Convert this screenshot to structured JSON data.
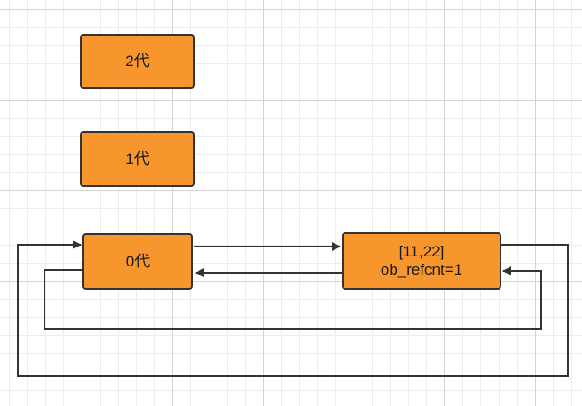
{
  "nodes": {
    "gen2": {
      "label": "2代"
    },
    "gen1": {
      "label": "1代"
    },
    "gen0": {
      "label": "0代"
    },
    "object": {
      "line1": "[11,22]",
      "line2": "ob_refcnt=1"
    }
  },
  "colors": {
    "node_fill": "#f7962c",
    "node_border": "#333333",
    "edge": "#333333"
  }
}
